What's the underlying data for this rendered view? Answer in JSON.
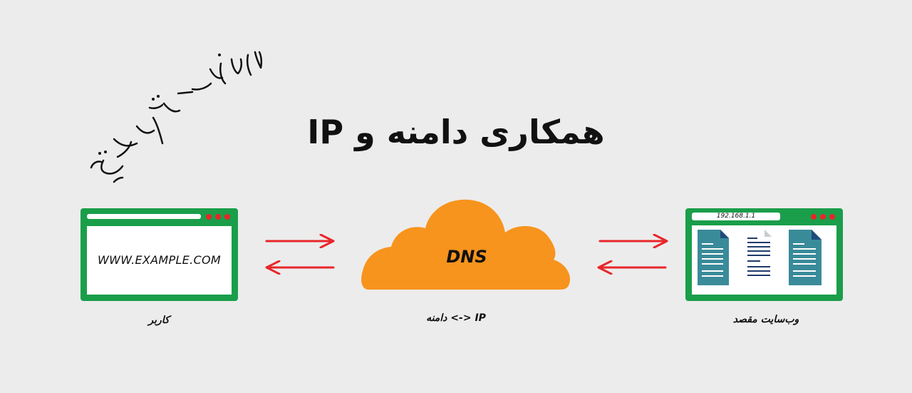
{
  "title": "همکاری دامنه و IP",
  "signature": {
    "text": "اتمام تیکت یقه"
  },
  "user": {
    "url": "WWW.EXAMPLE.COM",
    "caption": "کاربر"
  },
  "dns": {
    "label": "DNS",
    "caption": "دامنه <-> IP"
  },
  "website": {
    "ip": "192.168.1.1",
    "caption": "وب‌سایت مقصد"
  },
  "colors": {
    "window_frame": "#1a9e4a",
    "cloud": "#f7941d",
    "arrow": "#e8262a",
    "document": "#3a8b9a",
    "document_dark": "#1f4c7a"
  }
}
